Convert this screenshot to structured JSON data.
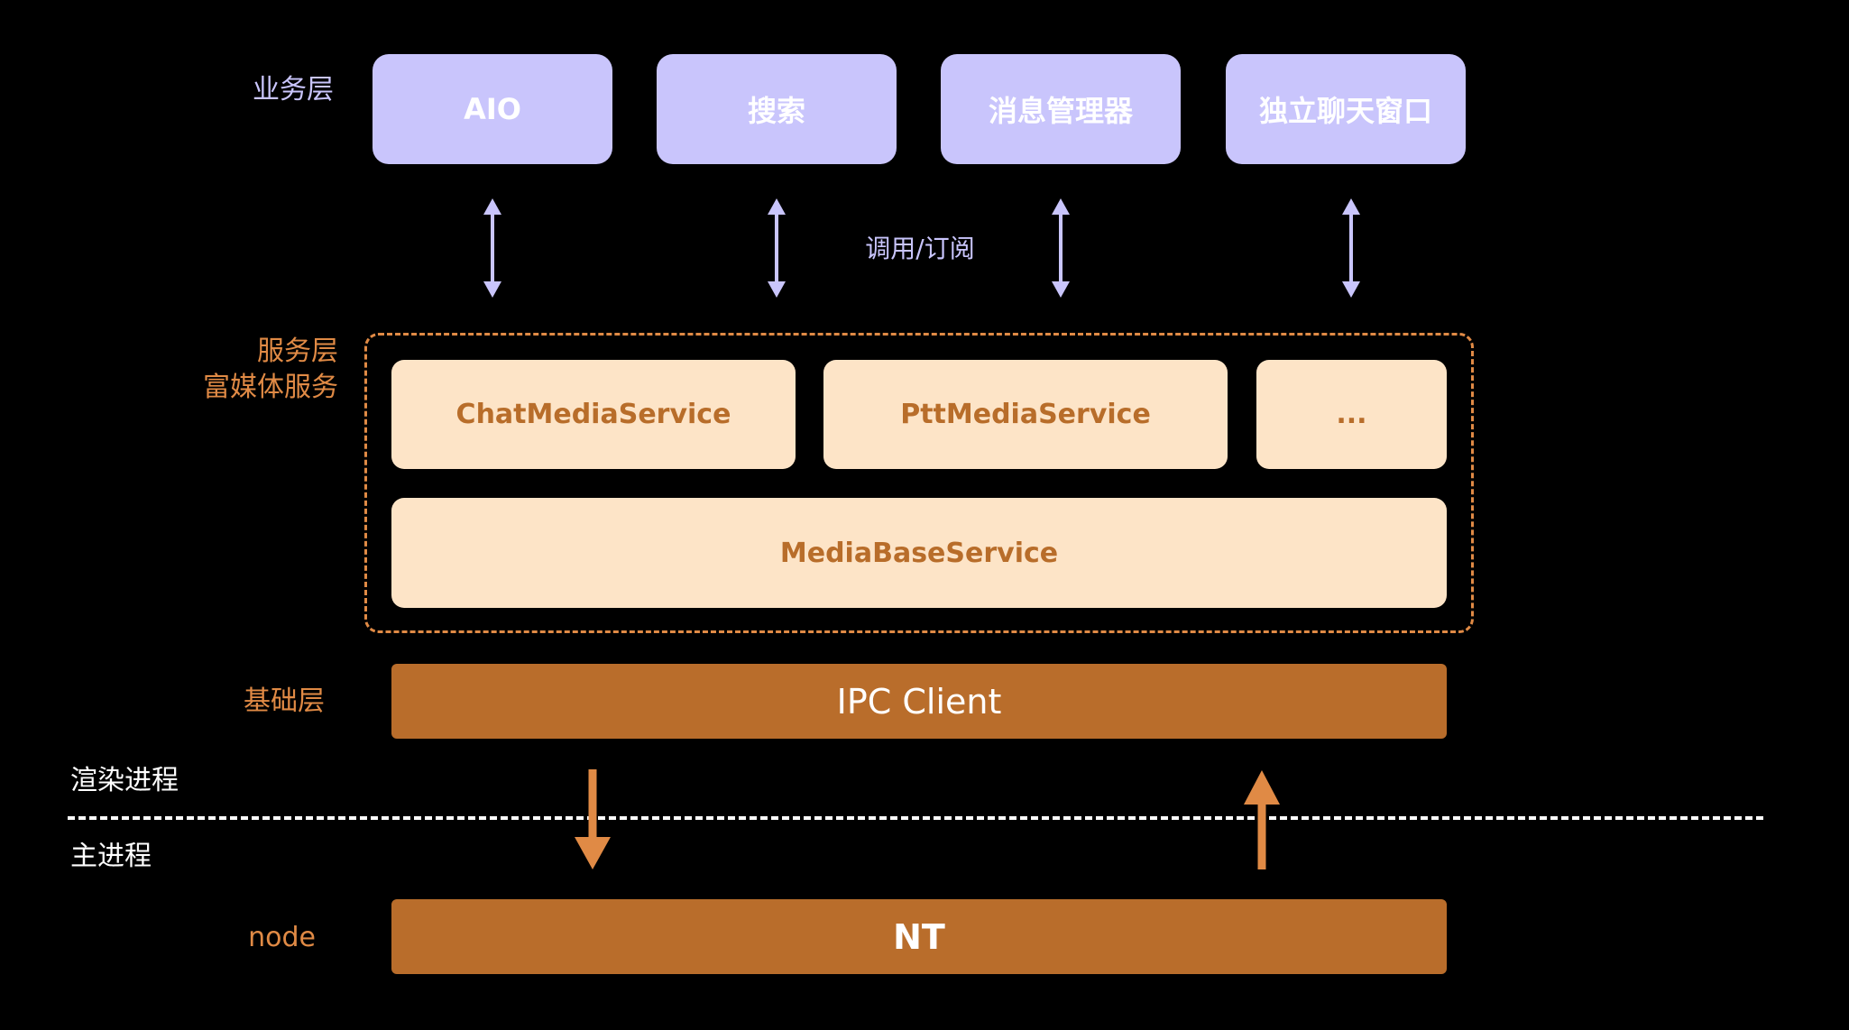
{
  "layers": {
    "business": "业务层",
    "service_line1": "服务层",
    "service_line2": "富媒体服务",
    "foundation": "基础层",
    "render_process": "渲染进程",
    "main_process": "主进程",
    "node": "node"
  },
  "business_modules": [
    {
      "label": "AIO"
    },
    {
      "label": "搜索"
    },
    {
      "label": "消息管理器"
    },
    {
      "label": "独立聊天窗口"
    }
  ],
  "call_label": "调用/订阅",
  "services": {
    "chat": "ChatMediaService",
    "ptt": "PttMediaService",
    "more": "...",
    "base": "MediaBaseService"
  },
  "ipc_client": "IPC Client",
  "nt": "NT",
  "colors": {
    "background": "#000000",
    "business_box": "#c9c5fc",
    "business_arrow": "#c9c5fc",
    "service_box": "#fde4c7",
    "service_text": "#b86d2a",
    "orange_bar": "#b96d2b",
    "orange_label": "#e08a45",
    "dotted_frame": "#e08a45",
    "ipc_arrow": "#e08a45"
  }
}
